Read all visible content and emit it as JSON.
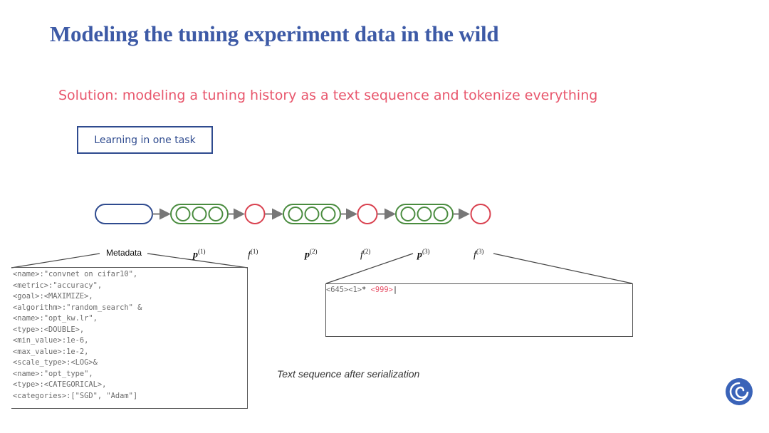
{
  "title": "Modeling the tuning experiment data in the wild",
  "subtitle": "Solution: modeling a tuning history as a text sequence and tokenize everything",
  "task_box": "Learning in one task",
  "labels": {
    "metadata": "Metadata",
    "p1": "p",
    "p1_sup": "(1)",
    "f1": "f",
    "f1_sup": "(1)",
    "p2": "p",
    "p2_sup": "(2)",
    "f2": "f",
    "f2_sup": "(2)",
    "p3": "p",
    "p3_sup": "(3)",
    "f3": "f",
    "f3_sup": "(3)"
  },
  "metadata_lines": [
    "<name>:\"convnet on cifar10\",",
    "<metric>:\"accuracy\",",
    "<goal>:<MAXIMIZE>,",
    "<algorithm>:\"random_search\" &",
    "<name>:\"opt_kw.lr\",",
    "<type>:<DOUBLE>,",
    "<min_value>:1e-6,",
    "<max_value>:1e-2,",
    "<scale_type>:<LOG>&",
    "<name>:\"opt_type\",",
    "<type>:<CATEGORICAL>,",
    "<categories>:[\"SGD\", \"Adam\"]"
  ],
  "token_sequence": {
    "part1": "<645><1>",
    "part2": "* ",
    "part3": "<999>",
    "cursor": "|"
  },
  "caption": "Text sequence after serialization",
  "colors": {
    "title": "#3d5aa6",
    "subtitle": "#e8566c",
    "metadata_node": "#2f4b8f",
    "param_node": "#4a8c3f",
    "result_node": "#d9414f",
    "logo": "#3a63b8"
  }
}
